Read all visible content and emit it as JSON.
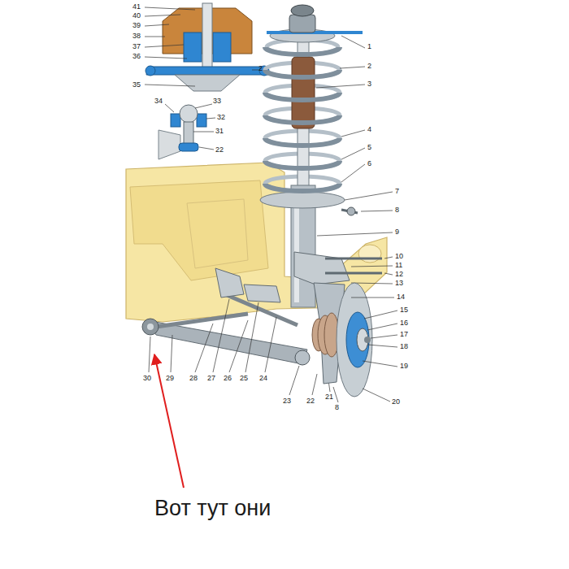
{
  "diagram": {
    "labels": [
      "41",
      "40",
      "39",
      "38",
      "37",
      "36",
      "35",
      "2",
      "34",
      "33",
      "32",
      "31",
      "22",
      "1",
      "2",
      "3",
      "4",
      "5",
      "6",
      "7",
      "8",
      "9",
      "10",
      "11",
      "12",
      "13",
      "14",
      "15",
      "16",
      "17",
      "18",
      "19",
      "20",
      "30",
      "29",
      "28",
      "27",
      "26",
      "25",
      "24",
      "23",
      "22",
      "21",
      "8",
      "Вот тут они"
    ]
  }
}
